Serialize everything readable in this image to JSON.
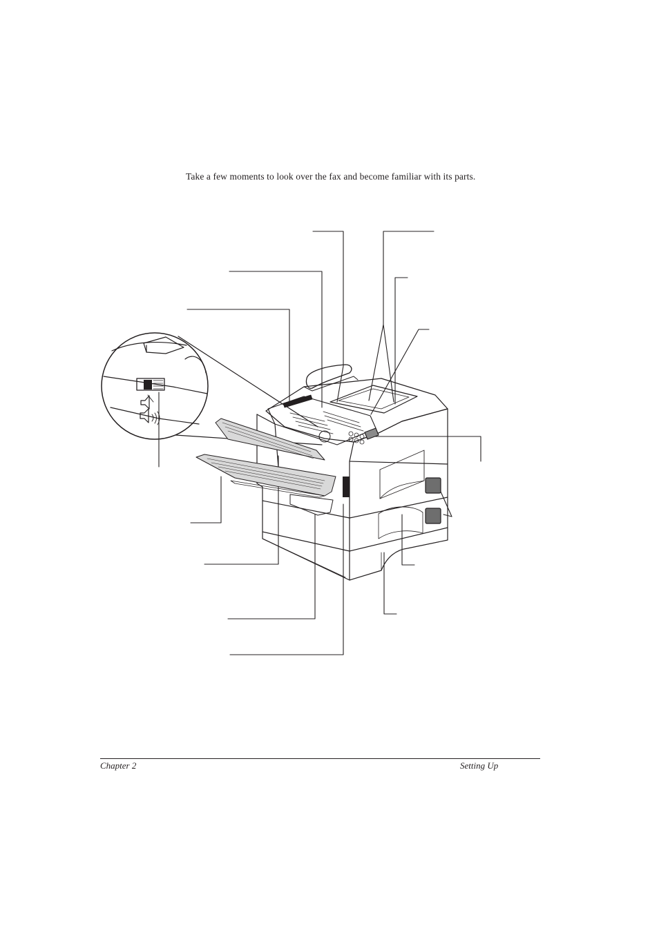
{
  "intro_text": "Take a few moments to look over the fax and become familiar with its parts.",
  "footer": {
    "left": "Chapter 2",
    "right": "Setting Up"
  },
  "figure": {
    "subject": "fax-machine-parts-illustration",
    "callout_labels": []
  }
}
